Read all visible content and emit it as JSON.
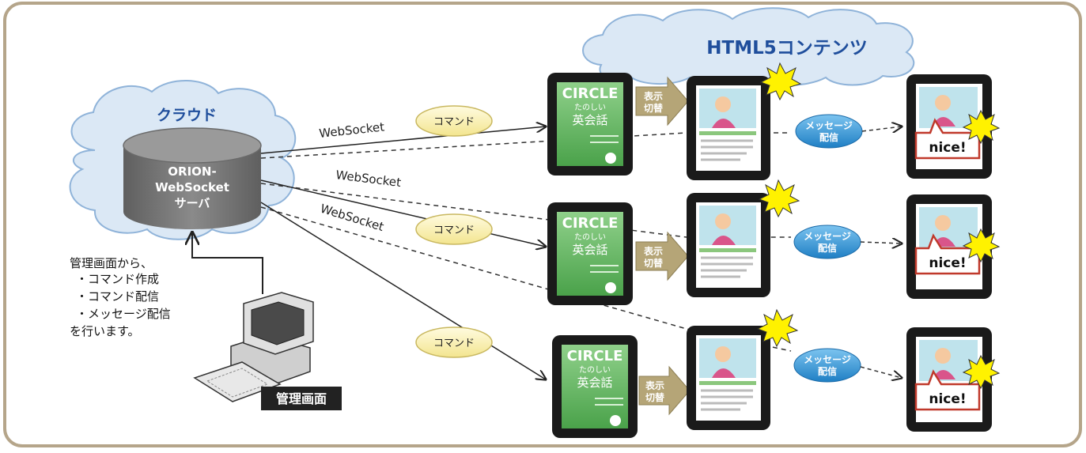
{
  "html5_title": "HTML5コンテンツ",
  "cloud_label": "クラウド",
  "server": {
    "line1": "ORION-",
    "line2": "WebSocket",
    "line3": "サーバ"
  },
  "admin_note": [
    "管理画面から、",
    "・コマンド作成",
    "・コマンド配信",
    "・メッセージ配信",
    "を行います。"
  ],
  "admin_label": "管理画面",
  "websocket_label": "WebSocket",
  "command_label": "コマンド",
  "switch_label": [
    "表示",
    "切替"
  ],
  "message_label": [
    "メッセージ",
    "配信"
  ],
  "nice_label": "nice!",
  "ebook": {
    "title": "CIRCLE",
    "subtitle": "たのしい",
    "main": "英会話"
  },
  "colors": {
    "border": "#b5a58a",
    "cloud_fill": "#dbe8f5",
    "cloud_stroke": "#8fb3d9",
    "command_fill": "#fbf4c0",
    "message_fill": "#2e8fd0",
    "switch_fill": "#b5a577",
    "server_fill": "#7f7f7f",
    "ebook_fill": "#5fb45f"
  }
}
